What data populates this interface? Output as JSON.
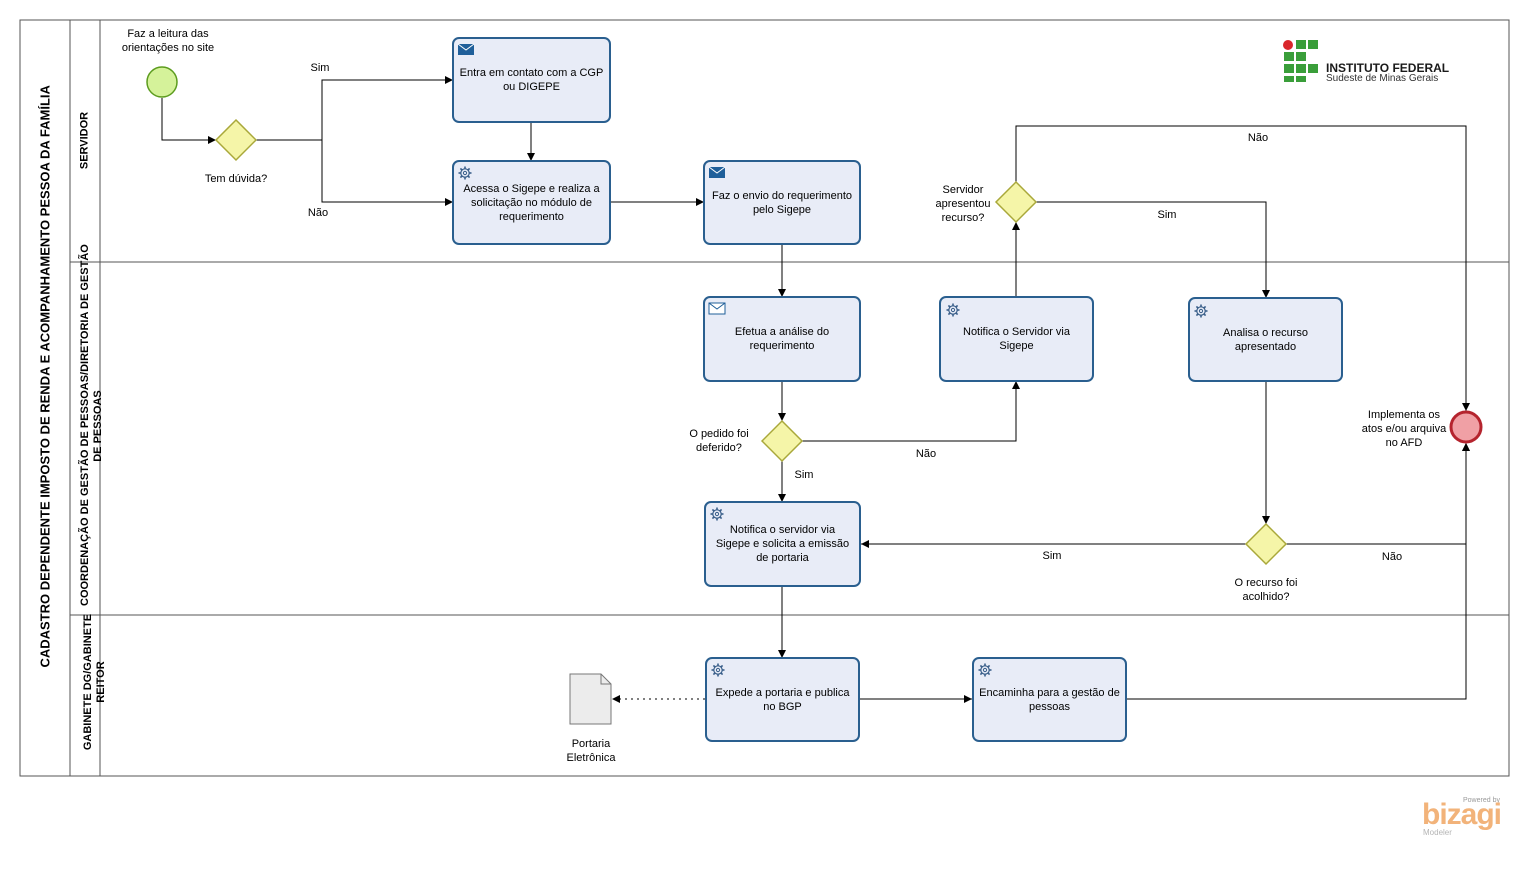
{
  "pool": {
    "title": "CADASTRO DEPENDENTE IMPOSTO DE RENDA E ACOMPANHAMENTO PESSOA DA FAMÍLIA"
  },
  "lanes": {
    "servidor": "SERVIDOR",
    "coordenacao_line1": "COORDENAÇÃO DE GESTÃO DE PESSOAS/DIRETORIA DE GESTÃO",
    "coordenacao_line2": "DE PESSOAS",
    "gabinete_line1": "GABINETE DG/GABINETE",
    "gabinete_line2": "REITOR"
  },
  "events": {
    "start_label": "Faz a leitura das\norientações no site",
    "end_label": "Implementa os\natos e/ou arquiva\nno AFD"
  },
  "tasks": {
    "contato": "Entra em contato com a CGP\nou DIGEPE",
    "acessa": "Acessa o Sigepe e realiza a\nsolicitação no módulo de\nrequerimento",
    "envio": "Faz o envio do requerimento\npelo Sigepe",
    "analise": "Efetua a análise do\nrequerimento",
    "notifica_servidor": "Notifica o Servidor via\nSigepe",
    "analisa_recurso": "Analisa o recurso\napresentado",
    "notifica_portaria": "Notifica o servidor via\nSigepe e solicita a emissão\nde portaria",
    "expede": "Expede a portaria e publica\nno BGP",
    "encaminha": "Encaminha para a gestão de\npessoas"
  },
  "gateways": {
    "duvida": "Tem dúvida?",
    "deferido": "O pedido foi\ndeferido?",
    "apresentou": "Servidor\napresentou\nrecurso?",
    "acolhido": "O recurso foi\nacolhido?"
  },
  "flow_labels": {
    "sim_duvida": "Sim",
    "nao_duvida": "Não",
    "sim_deferido": "Sim",
    "nao_deferido": "Não",
    "sim_apresentou": "Sim",
    "nao_apresentou": "Não",
    "sim_acolhido": "Sim",
    "nao_acolhido": "Não"
  },
  "artifacts": {
    "documento": "Portaria\nEletrônica"
  },
  "logo": {
    "line1": "INSTITUTO FEDERAL",
    "line2": "Sudeste de Minas Gerais"
  },
  "branding": {
    "powered": "Powered by",
    "name": "bizagi",
    "sub": "Modeler"
  },
  "colors": {
    "task_fill": "#e8ecf7",
    "task_stroke": "#2a5f8f",
    "gateway_fill": "#f5f5a8",
    "gateway_stroke": "#a9a83a",
    "start_fill": "#d5f29a",
    "start_stroke": "#5c9c1e",
    "end_fill": "#f0a0a5",
    "end_stroke": "#b5242e",
    "logo_green": "#3a9e3a",
    "logo_red": "#d9262b"
  },
  "icons": {
    "service_task": "gear-icon",
    "message_task": "envelope-icon",
    "document": "document-icon"
  }
}
